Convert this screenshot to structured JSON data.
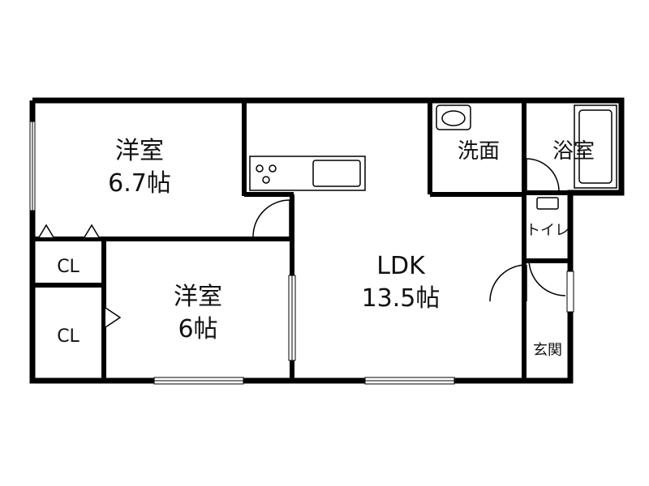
{
  "rooms": {
    "western_room_1": {
      "name": "洋室",
      "size": "6.7帖"
    },
    "western_room_2": {
      "name": "洋室",
      "size": "6帖"
    },
    "ldk": {
      "name": "LDK",
      "size": "13.5帖"
    },
    "washroom": {
      "name": "洗面"
    },
    "bathroom": {
      "name": "浴室"
    },
    "toilet": {
      "name": "トイレ"
    },
    "entrance": {
      "name": "玄関"
    },
    "closet_1": {
      "name": "CL"
    },
    "closet_2": {
      "name": "CL"
    }
  }
}
